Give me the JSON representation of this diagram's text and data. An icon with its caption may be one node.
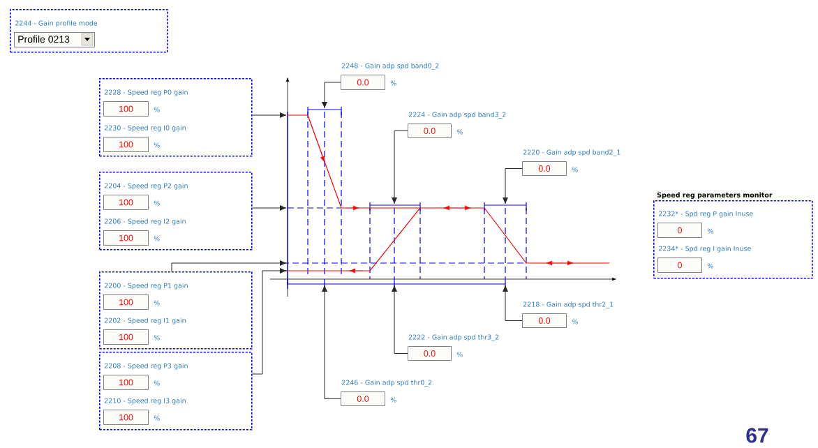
{
  "diagram": {
    "nodes": [
      {
        "text": [],
        "shape": "box"
      },
      {
        "text": [
          "2244 - Gain profile mode",
          "Profile 0213"
        ],
        "in": 0
      },
      {
        "text": [],
        "shape": "box"
      },
      {
        "text": [
          "2228 - Speed reg P0 gain",
          "100"
        ],
        "beside": [
          "%"
        ],
        "in": 2
      },
      {
        "text": [
          "2230 - Speed reg I0 gain",
          "100"
        ],
        "beside": [
          "%"
        ],
        "in": 2
      },
      {
        "text": [],
        "shape": "box"
      },
      {
        "text": [
          "2204 - Speed reg P2 gain",
          "100"
        ],
        "beside": [
          "%"
        ],
        "in": 5
      },
      {
        "text": [
          "2206 - Speed reg I2 gain",
          "100"
        ],
        "beside": [
          "%"
        ],
        "in": 5
      },
      {
        "text": [],
        "shape": "box"
      },
      {
        "text": [
          "2200 - Speed reg P1 gain",
          "100"
        ],
        "beside": [
          "%"
        ],
        "in": 8
      },
      {
        "text": [
          "2202 - Speed reg I1 gain",
          "100"
        ],
        "beside": [
          "%"
        ],
        "in": 8
      },
      {
        "text": [],
        "shape": "box"
      },
      {
        "text": [
          "2208 - Speed reg P3 gain",
          "100"
        ],
        "beside": [
          "%"
        ],
        "in": 11
      },
      {
        "text": [
          "2210 - Speed reg I3 gain",
          "100"
        ],
        "beside": [
          "%"
        ],
        "in": 11
      },
      {
        "text": [
          "2248 - Gain adp spd band0_2",
          "0.0"
        ],
        "beside": [
          "%"
        ]
      },
      {
        "text": [
          "2224 - Gain adp spd band3_2",
          "0.0"
        ],
        "beside": [
          "%"
        ]
      },
      {
        "text": [
          "2220 - Gain adp spd band2_1",
          "0.0"
        ],
        "beside": [
          "%"
        ]
      },
      {
        "text": [
          "2218 - Gain adp spd thr2_1",
          "0.0"
        ],
        "beside": [
          "%"
        ]
      },
      {
        "text": [
          "2222 - Gain adp spd thr3_2",
          "0.0"
        ],
        "beside": [
          "%"
        ]
      },
      {
        "text": [
          "2246 - Gain adp spd thr0_2",
          "0.0"
        ],
        "beside": [
          "%"
        ]
      },
      {
        "text": [
          "Speed reg parameters monitor"
        ]
      },
      {
        "text": [
          "2232* - Spd reg P gain Inuse",
          "0"
        ],
        "beside": [
          "%"
        ],
        "in": 20
      },
      {
        "text": [
          "2234* - Spd reg I gain Inuse",
          "0"
        ],
        "beside": [
          "%"
        ],
        "in": 20
      }
    ],
    "edges": [
      {
        "from": 2,
        "to": null,
        "arrow": "to"
      },
      {
        "from": 5,
        "to": null,
        "arrow": "to"
      },
      {
        "from": 8,
        "to": null,
        "arrow": "to"
      },
      {
        "from": 11,
        "to": null,
        "arrow": "to"
      },
      {
        "from": 14,
        "to": null,
        "arrow": "to"
      },
      {
        "from": 15,
        "to": null,
        "arrow": "to"
      },
      {
        "from": 16,
        "to": null,
        "arrow": "to"
      },
      {
        "from": 17,
        "to": null,
        "arrow": "to"
      },
      {
        "from": 18,
        "to": null,
        "arrow": "to"
      },
      {
        "from": 19,
        "to": null,
        "arrow": "to"
      }
    ],
    "labels": [
      "67"
    ]
  }
}
